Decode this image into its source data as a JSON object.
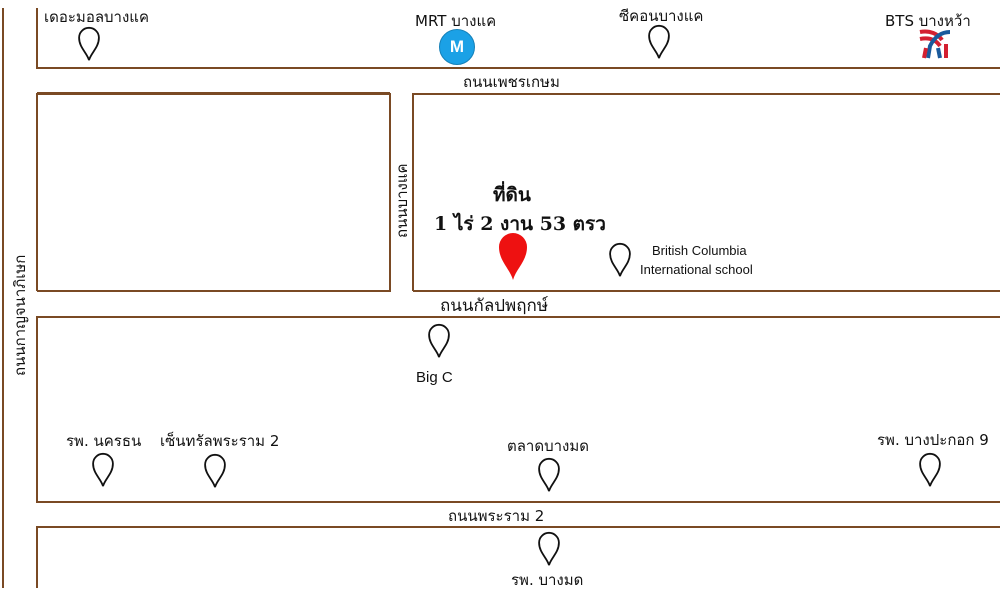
{
  "colors": {
    "road_line": "#7a4a24",
    "pin_outline": "#111111",
    "target_pin": "#ee1111",
    "mrt_badge": "#1ba1e6",
    "bts_red": "#d32030",
    "bts_blue": "#1a5a9c"
  },
  "roads": {
    "phetkasem": "ถนนเพชรเกษม",
    "bang_khae": "ถนนบางแค",
    "kanlapaphruek": "ถนนกัลปพฤกษ์",
    "kanchanaphisek": "ถนนกาญจนาภิเษก",
    "rama2": "ถนนพระราม 2"
  },
  "target": {
    "title": "ที่ดิน",
    "area": "1 ไร่ 2 งาน 53 ตรว",
    "icon": "red-map-pin-icon"
  },
  "landmarks": {
    "the_mall": {
      "label": "เดอะมอลบางแค",
      "icon": "map-pin-icon"
    },
    "mrt": {
      "label": "MRT บางแค",
      "icon": "mrt-logo-icon",
      "badge": "M"
    },
    "seacon": {
      "label": "ซีคอนบางแค",
      "icon": "map-pin-icon"
    },
    "bts": {
      "label": "BTS บางหว้า",
      "icon": "bts-logo-icon"
    },
    "british_school": {
      "line1": "British Columbia",
      "line2": "International school",
      "icon": "map-pin-icon"
    },
    "big_c": {
      "label": "Big C",
      "icon": "map-pin-icon"
    },
    "nakorn_thon": {
      "label": "รพ. นครธน",
      "icon": "map-pin-icon"
    },
    "central_rama2": {
      "label": "เซ็นทรัลพระราม 2",
      "icon": "map-pin-icon"
    },
    "bang_mod_market": {
      "label": "ตลาดบางมด",
      "icon": "map-pin-icon"
    },
    "bangpakok9": {
      "label": "รพ. บางปะกอก 9",
      "icon": "map-pin-icon"
    },
    "bang_mod_hospital": {
      "label": "รพ. บางมด",
      "icon": "map-pin-icon"
    }
  }
}
